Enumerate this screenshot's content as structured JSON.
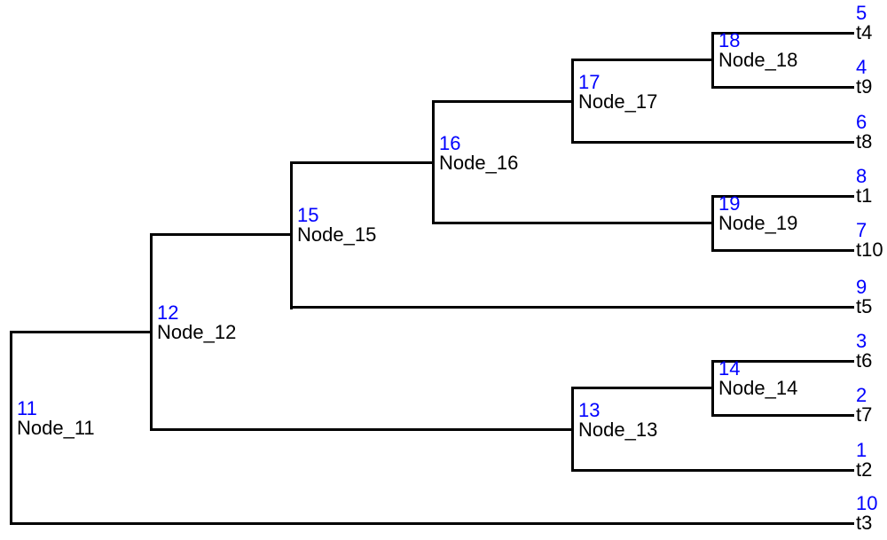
{
  "diagram": {
    "type": "phylogenetic-tree",
    "background_color": "#ffffff",
    "branch_color": "#000000",
    "node_id_color": "#0000ff",
    "label_color": "#000000",
    "newick": "((((((t4,t9)Node_18,t8)Node_17,(t1,t10)Node_19)Node_16,t5)Node_15,((t6,t7)Node_14,t2)Node_13)Node_12,t3)Node_11;"
  },
  "tree": {
    "internal_nodes": [
      {
        "id": "11",
        "label": "Node_11",
        "children": [
          "Node_12",
          "t3"
        ]
      },
      {
        "id": "12",
        "label": "Node_12",
        "children": [
          "Node_15",
          "Node_13"
        ]
      },
      {
        "id": "13",
        "label": "Node_13",
        "children": [
          "Node_14",
          "t2"
        ]
      },
      {
        "id": "14",
        "label": "Node_14",
        "children": [
          "t6",
          "t7"
        ]
      },
      {
        "id": "15",
        "label": "Node_15",
        "children": [
          "Node_16",
          "t5"
        ]
      },
      {
        "id": "16",
        "label": "Node_16",
        "children": [
          "Node_17",
          "Node_19"
        ]
      },
      {
        "id": "17",
        "label": "Node_17",
        "children": [
          "Node_18",
          "t8"
        ]
      },
      {
        "id": "18",
        "label": "Node_18",
        "children": [
          "t4",
          "t9"
        ]
      },
      {
        "id": "19",
        "label": "Node_19",
        "children": [
          "t1",
          "t10"
        ]
      }
    ],
    "tips": [
      {
        "id": "5",
        "label": "t4",
        "parent": "Node_18"
      },
      {
        "id": "4",
        "label": "t9",
        "parent": "Node_18"
      },
      {
        "id": "6",
        "label": "t8",
        "parent": "Node_17"
      },
      {
        "id": "8",
        "label": "t1",
        "parent": "Node_19"
      },
      {
        "id": "7",
        "label": "t10",
        "parent": "Node_19"
      },
      {
        "id": "9",
        "label": "t5",
        "parent": "Node_15"
      },
      {
        "id": "3",
        "label": "t6",
        "parent": "Node_14"
      },
      {
        "id": "2",
        "label": "t7",
        "parent": "Node_14"
      },
      {
        "id": "1",
        "label": "t2",
        "parent": "Node_13"
      },
      {
        "id": "10",
        "label": "t3",
        "parent": "Node_11"
      }
    ]
  }
}
